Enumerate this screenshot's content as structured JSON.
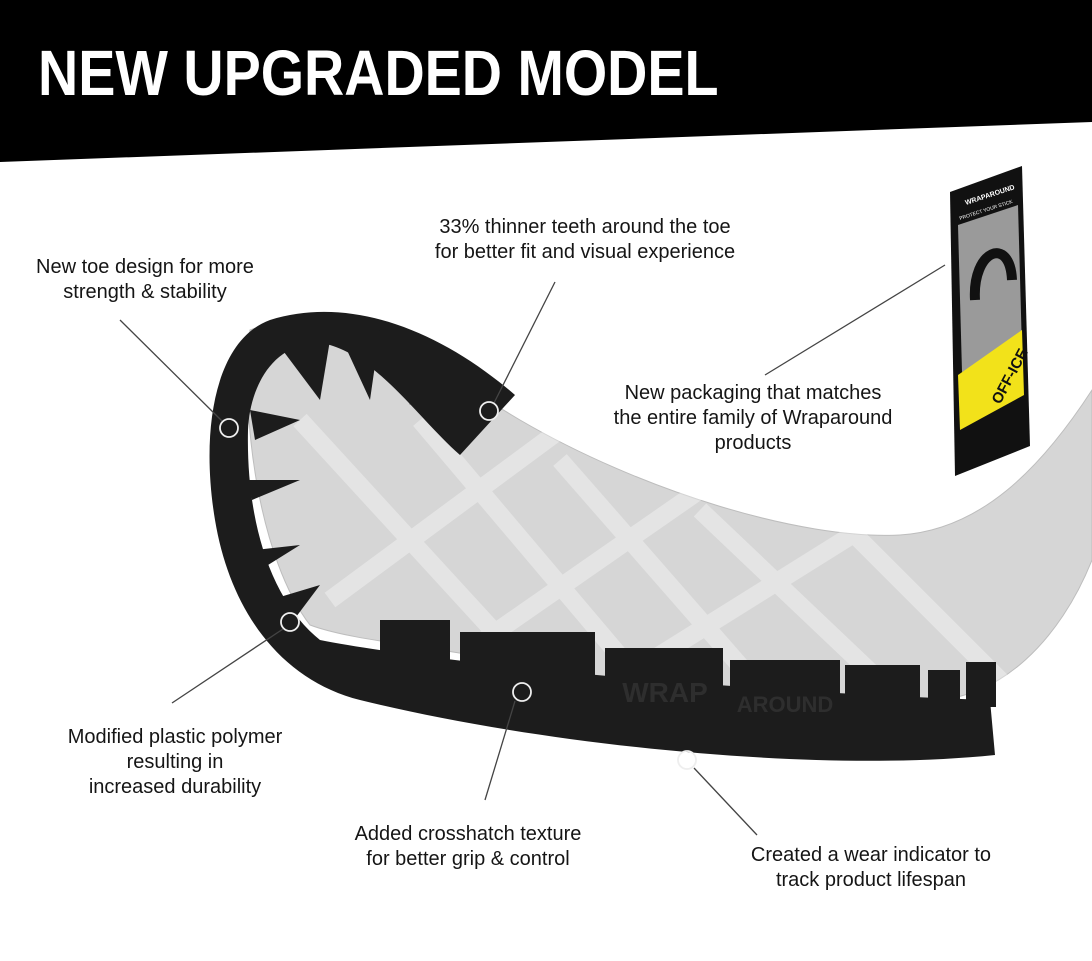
{
  "header": {
    "title": "NEW UPGRADED MODEL"
  },
  "callouts": {
    "toe_design": [
      "New toe design for more",
      "strength & stability"
    ],
    "thinner_teeth": [
      "33% thinner teeth around the toe",
      "for better fit and visual experience"
    ],
    "packaging": [
      "New packaging that matches",
      "the entire family of Wraparound",
      "products"
    ],
    "polymer": [
      "Modified plastic polymer",
      "resulting in",
      "increased durability"
    ],
    "crosshatch": [
      "Added crosshatch texture",
      "for better grip & control"
    ],
    "wear_indicator": [
      "Created a wear indicator to",
      "track product lifespan"
    ]
  },
  "product": {
    "guard_embossing": [
      "WRAP",
      "AROUND"
    ],
    "package_brand": "WRAPAROUND",
    "package_tagline": "PROTECT YOUR STICK",
    "package_name": "OFF-ICE"
  },
  "colors": {
    "header_bg": "#000000",
    "guard": "#1c1c1c",
    "stick": "#d4d4d4",
    "package_accent": "#f2e21a"
  }
}
